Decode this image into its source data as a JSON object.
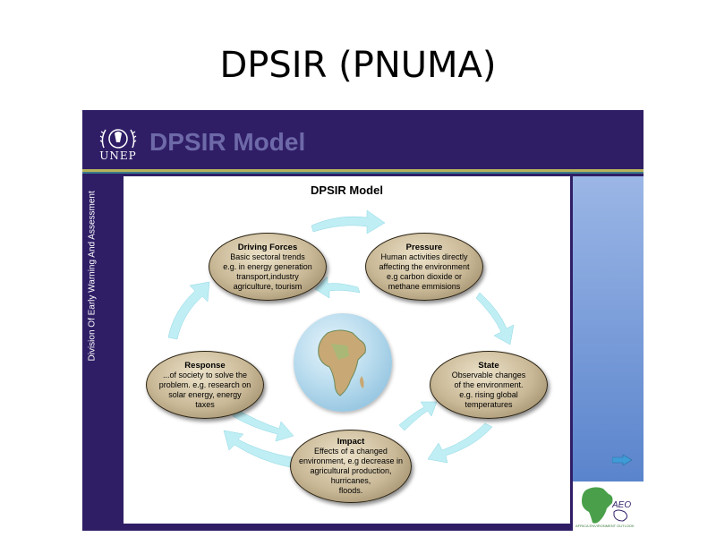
{
  "slide": {
    "title": "DPSIR (PNUMA)"
  },
  "header": {
    "logo_text": "UNEP",
    "model_title": "DPSIR Model",
    "side_text": "Division Of Early Warning And Assessment"
  },
  "diagram": {
    "title": "DPSIR Model",
    "nodes": {
      "driving": {
        "title": "Driving Forces",
        "desc": "Basic sectoral trends\ne.g. in energy generation\ntransport,industry\nagriculture, tourism"
      },
      "pressure": {
        "title": "Pressure",
        "desc": "Human activities directly\naffecting the environment\ne.g carbon dioxide or\nmethane emmisions"
      },
      "state": {
        "title": "State",
        "desc": "Observable changes\nof the environment.\ne.g. rising global\ntemperatures"
      },
      "impact": {
        "title": "Impact",
        "desc": "Effects of a changed\nenvironment, e.g decrease in\nagricultural production,\nhurricanes,\nfloods."
      },
      "response": {
        "title": "Response",
        "desc": "...of society to solve the\nproblem. e.g. research on\nsolar energy, energy\ntaxes"
      }
    },
    "colors": {
      "arrow": "#bfeef4",
      "node": "#c9b896",
      "frame": "#2f1e66"
    }
  },
  "footer_logo": {
    "label": "AEO",
    "sub": "AFRICA ENVIRONMENT OUTLOOK"
  },
  "icons": {
    "center": "africa-globe-icon",
    "nav": "next-arrow-icon"
  }
}
